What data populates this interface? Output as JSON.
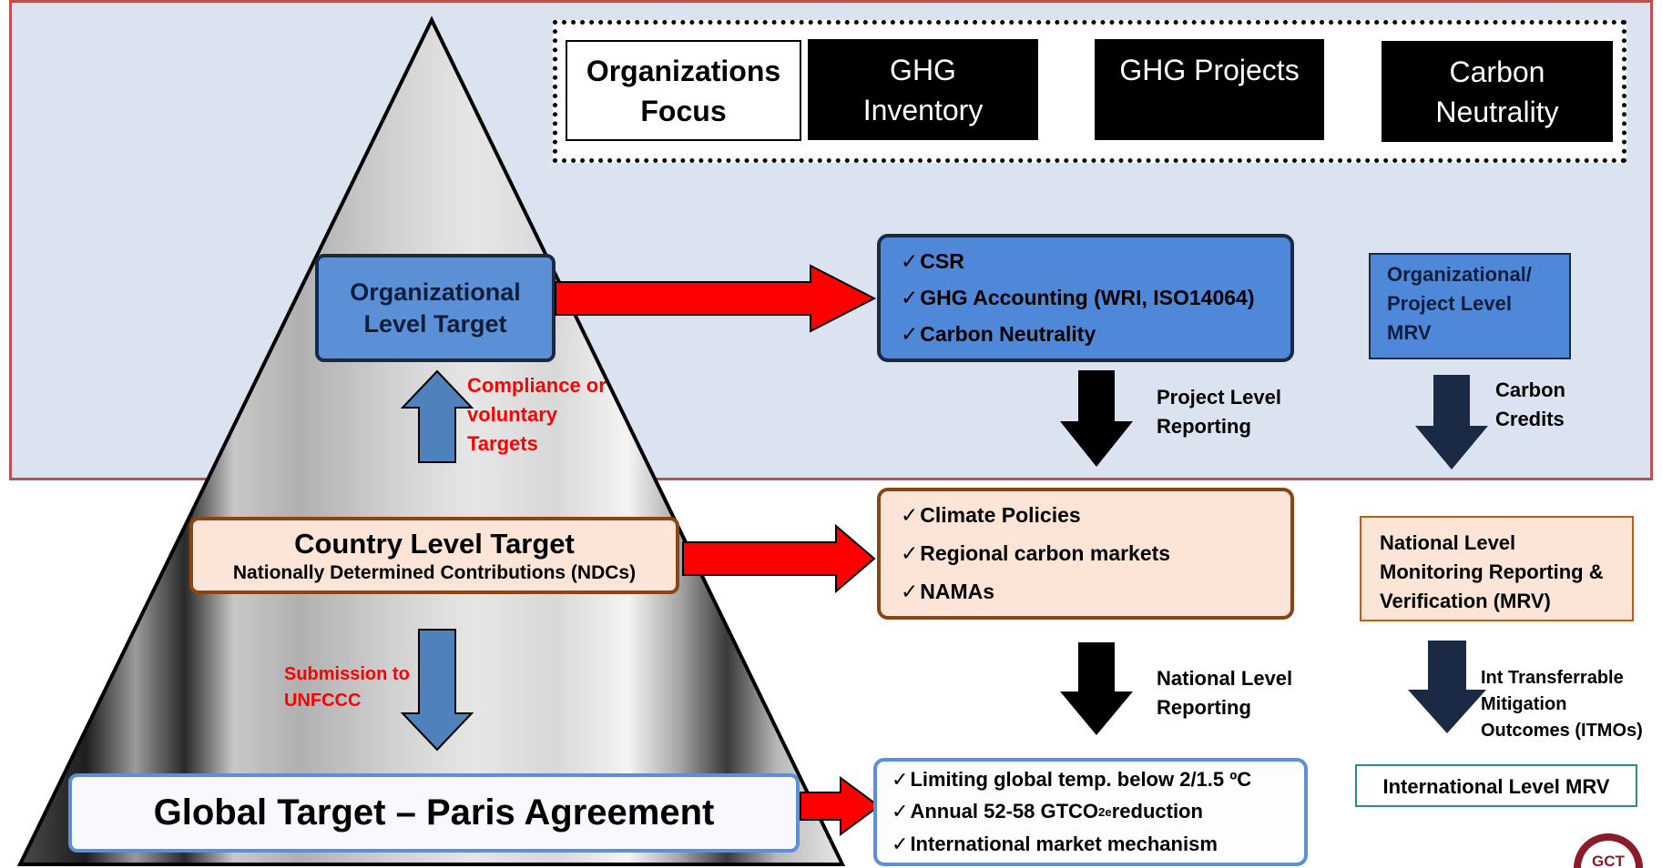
{
  "focus": {
    "label": "Organizations\nFocus",
    "items": [
      "GHG\nInventory",
      "GHG Projects",
      "Carbon\nNeutrality"
    ]
  },
  "pyramid": {
    "org_target": "Organizational\nLevel Target",
    "compliance_label": "Compliance or\nvoluntary\nTargets",
    "country_title": "Country Level Target",
    "country_subtitle": "Nationally Determined Contributions (NDCs)",
    "submission_label": "Submission to\nUNFCCC",
    "global_target": "Global Target – Paris Agreement"
  },
  "org_list": [
    "CSR",
    "GHG Accounting (WRI, ISO14064)",
    "Carbon Neutrality"
  ],
  "country_list": [
    "Climate Policies",
    "Regional carbon markets",
    "NAMAs"
  ],
  "global_list": {
    "item1": "Limiting global temp. below 2/1.5 ºC",
    "item2_prefix": "Annual 52-58 GTCO",
    "item2_sub": "2e",
    "item2_suffix": " reduction",
    "item3": "International market mechanism"
  },
  "check_mark": "✓",
  "reporting": {
    "project_level": "Project Level\nReporting",
    "national_level": "National Level\nReporting"
  },
  "mrv": {
    "org_project": "Organizational/\nProject Level\nMRV",
    "carbon_credits": "Carbon\nCredits",
    "national": "National Level\nMonitoring Reporting &\nVerification (MRV)",
    "itmos": "Int Transferrable\nMitigation\nOutcomes (ITMOs)",
    "international": "International Level MRV"
  },
  "logo": {
    "text": "GCT"
  },
  "colors": {
    "panel_bg": "#dbe3f0",
    "panel_border": "#c0504d",
    "blue_box": "#5b8fd6",
    "peach_box": "#fce4d6",
    "brown_border": "#8b4513",
    "red_arrow": "#ff0000",
    "dark_navy": "#1a2a44",
    "label_red": "#ff0000"
  }
}
